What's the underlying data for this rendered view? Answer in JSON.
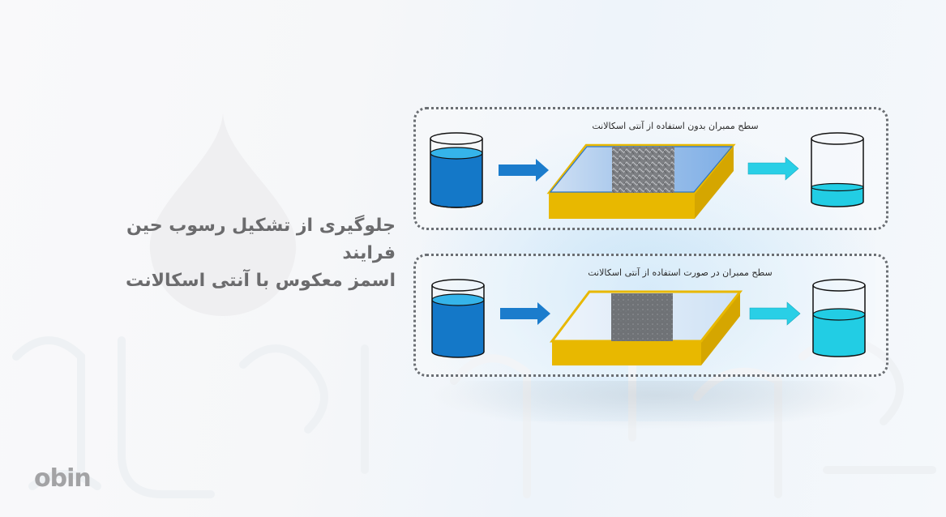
{
  "headline": {
    "line1": "جلوگیری از تشکیل رسوب حین فرایند",
    "line2": "اسمز معکوس با آنتی اسکالانت"
  },
  "panels": [
    {
      "id": "without-antiscalant",
      "caption": "سطح ممبران بدون استفاده از آنتی اسکالانت",
      "input_tank": {
        "fill_level": "high",
        "color": "#1478c8"
      },
      "arrow_in_color": "#1b7ccc",
      "membrane": {
        "frame_color": "#e6b800",
        "surface_color": "#9ec3ec",
        "scale": "heavy"
      },
      "arrow_out_color": "#29cfe6",
      "output_tank": {
        "fill_level": "low",
        "color": "#22cde4"
      }
    },
    {
      "id": "with-antiscalant",
      "caption": "سطح ممبران در صورت استفاده از آنتی اسکالانت",
      "input_tank": {
        "fill_level": "high",
        "color": "#1478c8"
      },
      "arrow_in_color": "#1b7ccc",
      "membrane": {
        "frame_color": "#e6b800",
        "surface_color": "#d8e8f6",
        "scale": "light"
      },
      "arrow_out_color": "#29cfe6",
      "output_tank": {
        "fill_level": "medium",
        "color": "#22cde4"
      }
    }
  ],
  "brand": {
    "logo_text": "obin"
  },
  "colors": {
    "headline": "#6b6b6d",
    "panel_border": "#6a6e73",
    "logo": "#a3a3a5"
  }
}
